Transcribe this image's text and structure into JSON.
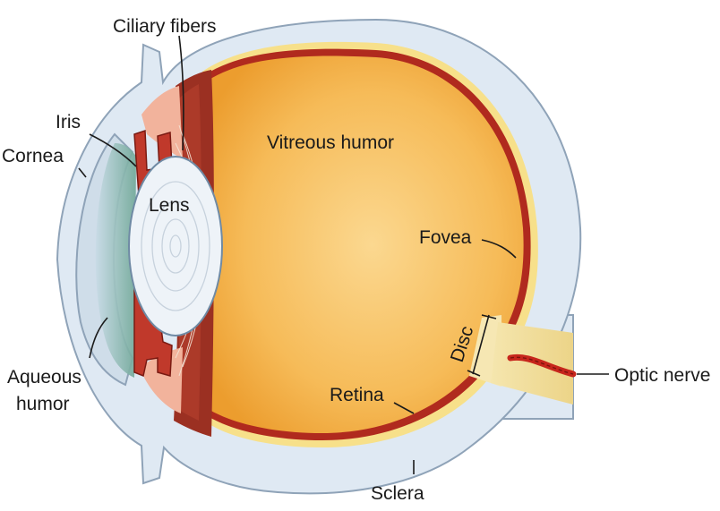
{
  "labels": {
    "ciliary_fibers": "Ciliary fibers",
    "iris": "Iris",
    "cornea": "Cornea",
    "lens": "Lens",
    "vitreous_humor": "Vitreous humor",
    "fovea": "Fovea",
    "disc": "Disc",
    "optic_nerve": "Optic nerve",
    "retina": "Retina",
    "sclera": "Sclera",
    "aqueous_humor_line1": "Aqueous",
    "aqueous_humor_line2": "humor"
  },
  "colors": {
    "sclera": "#dfe9f3",
    "sclera_outline": "#8fa3b8",
    "vitreous_light": "#f9cf7e",
    "vitreous_dark": "#f0a535",
    "retina": "#b02a1e",
    "choroid": "#f7e08a",
    "ciliary_body": "#9b3022",
    "lens": "#eef3f8",
    "aqueous": "#7fb0a0",
    "optic_nerve": "#f3e3a7",
    "nerve_vessel": "#c7261c"
  }
}
